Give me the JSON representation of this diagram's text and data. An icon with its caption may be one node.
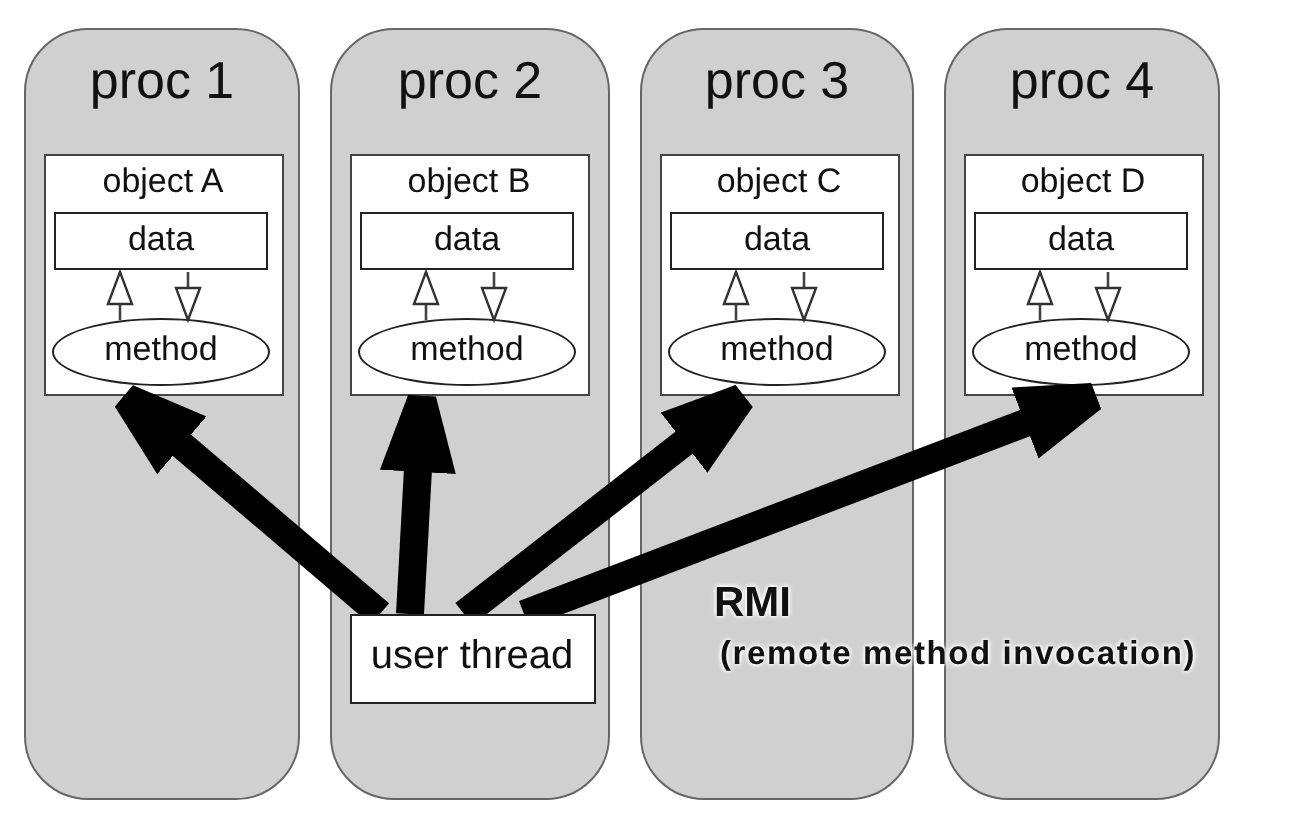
{
  "diagram": {
    "nodes": [
      {
        "text": [
          "proc 1"
        ]
      },
      {
        "text": [
          "object A"
        ],
        "in": 0
      },
      {
        "text": [
          "data"
        ],
        "in": 1
      },
      {
        "text": [
          "method"
        ],
        "in": 1
      },
      {
        "text": [
          "proc 2"
        ]
      },
      {
        "text": [
          "object B"
        ],
        "in": 4
      },
      {
        "text": [
          "data"
        ],
        "in": 5
      },
      {
        "text": [
          "method"
        ],
        "in": 5
      },
      {
        "text": [
          "proc 3"
        ]
      },
      {
        "text": [
          "object C"
        ],
        "in": 8
      },
      {
        "text": [
          "data"
        ],
        "in": 9
      },
      {
        "text": [
          "method"
        ],
        "in": 9
      },
      {
        "text": [
          "proc 4"
        ]
      },
      {
        "text": [
          "object D"
        ],
        "in": 12
      },
      {
        "text": [
          "data"
        ],
        "in": 13
      },
      {
        "text": [
          "method"
        ],
        "in": 13
      },
      {
        "text": [
          "user thread"
        ],
        "in": 4
      }
    ],
    "edges": [
      {
        "from": 3,
        "to": 2,
        "arrow": "to"
      },
      {
        "from": 2,
        "to": 3,
        "arrow": "to"
      },
      {
        "from": 7,
        "to": 6,
        "arrow": "to"
      },
      {
        "from": 6,
        "to": 7,
        "arrow": "to"
      },
      {
        "from": 11,
        "to": 10,
        "arrow": "to"
      },
      {
        "from": 10,
        "to": 11,
        "arrow": "to"
      },
      {
        "from": 15,
        "to": 14,
        "arrow": "to"
      },
      {
        "from": 14,
        "to": 15,
        "arrow": "to"
      },
      {
        "from": 16,
        "to": 1,
        "arrow": "to",
        "style": "thick"
      },
      {
        "from": 16,
        "to": 5,
        "arrow": "to",
        "style": "thick"
      },
      {
        "from": 16,
        "to": 9,
        "arrow": "to",
        "style": "thick"
      },
      {
        "from": 16,
        "to": 13,
        "arrow": "to",
        "style": "thick"
      }
    ],
    "labels": [
      "RMI",
      "(remote method invocation)"
    ]
  }
}
